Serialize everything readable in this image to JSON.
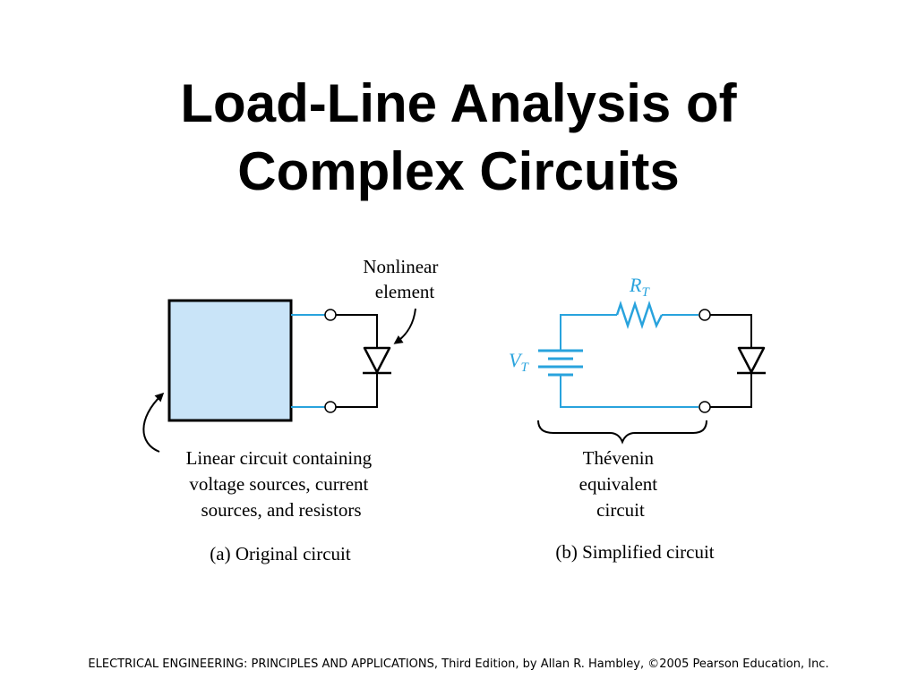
{
  "title": {
    "line1": "Load-Line Analysis of",
    "line2": "Complex Circuits"
  },
  "figure_a": {
    "nonlinear_label": [
      "Nonlinear",
      "element"
    ],
    "linear_label": [
      "Linear circuit containing",
      "voltage sources, current",
      "sources, and resistors"
    ],
    "caption": "(a) Original circuit"
  },
  "figure_b": {
    "resistor_symbol": "R",
    "resistor_subscript": "T",
    "source_symbol": "V",
    "source_subscript": "T",
    "thevenin_label": [
      "Thévenin",
      "equivalent",
      "circuit"
    ],
    "caption": "(b) Simplified circuit"
  },
  "footer": "ELECTRICAL ENGINEERING: PRINCIPLES AND APPLICATIONS, Third Edition, by Allan R. Hambley, ©2005 Pearson Education, Inc.",
  "colors": {
    "wire_blue": "#29a3dd",
    "box_fill": "#c9e4f8",
    "ink": "#000000"
  }
}
